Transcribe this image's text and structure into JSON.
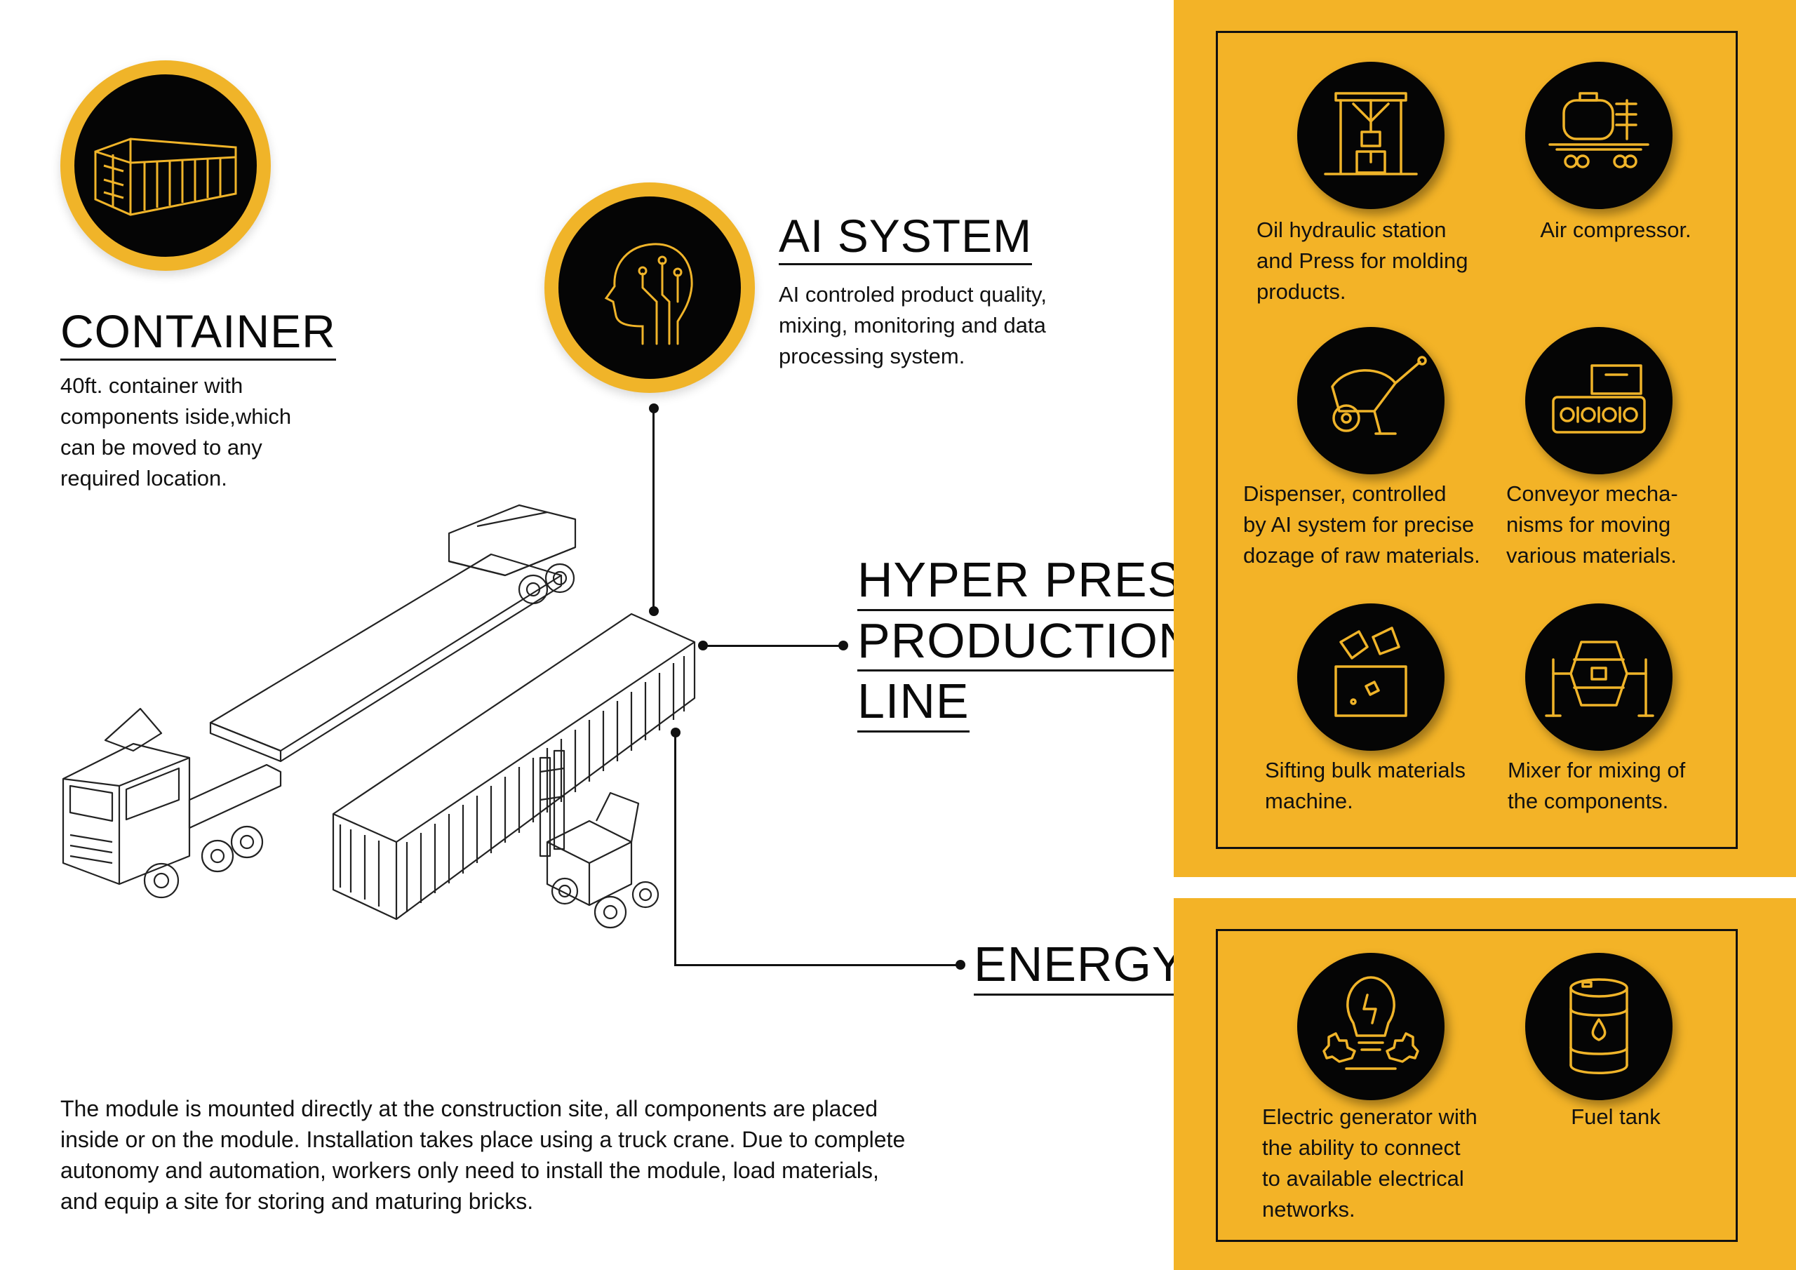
{
  "container": {
    "title": "CONTAINER",
    "description": "40ft. container with\ncomponents iside,which\ncan be moved to any\nrequired location."
  },
  "ai_system": {
    "title": "AI SYSTEM",
    "description": "AI controled product quality,\nmixing, monitoring and data\nprocessing system."
  },
  "hyper_press": {
    "line1": "HYPER PRESS",
    "line2": "PRODUCTION",
    "line3": "LINE"
  },
  "energy": {
    "title": "ENERGY"
  },
  "footer": {
    "paragraph": "The module is mounted directly at the construction site, all components are placed\ninside or on the module. Installation takes place using a truck crane. Due to complete\nautonomy and automation, workers only need to install the module, load materials,\nand equip a site for storing and maturing bricks."
  },
  "production_panel": {
    "items": [
      {
        "icon": "hydraulic-press-icon",
        "caption": "Oil hydraulic station\nand Press for molding\nproducts."
      },
      {
        "icon": "air-compressor-icon",
        "caption": "Air compressor."
      },
      {
        "icon": "wheelbarrow-dispenser-icon",
        "caption": "Dispenser, controlled\nby AI system for precise\ndozage of raw materials."
      },
      {
        "icon": "conveyor-icon",
        "caption": "Conveyor mecha-\nnisms for moving\nvarious materials."
      },
      {
        "icon": "sifting-box-icon",
        "caption": "Sifting bulk materials\nmachine."
      },
      {
        "icon": "mixer-icon",
        "caption": "Mixer for mixing of\nthe components."
      }
    ]
  },
  "energy_panel": {
    "items": [
      {
        "icon": "generator-bulb-gear-icon",
        "caption": "Electric generator with\nthe ability to connect\nto available electrical\nnetworks."
      },
      {
        "icon": "fuel-tank-icon",
        "caption": "Fuel tank"
      }
    ]
  },
  "colors": {
    "accent": "#f3b327",
    "dark": "#050505",
    "icon_line": "#f0b429"
  }
}
